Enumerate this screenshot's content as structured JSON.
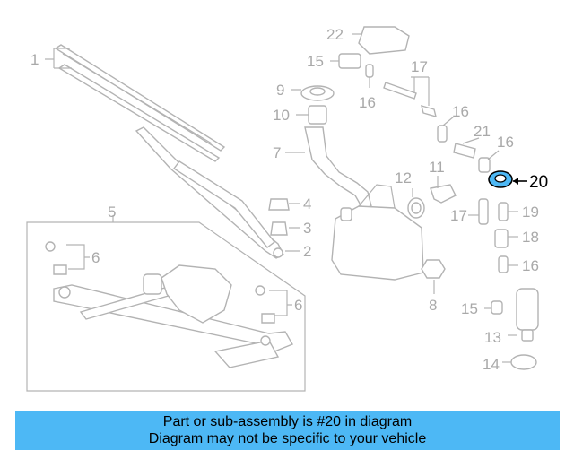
{
  "diagram": {
    "callouts": [
      {
        "id": "c1",
        "label": "1"
      },
      {
        "id": "c2",
        "label": "2"
      },
      {
        "id": "c3",
        "label": "3"
      },
      {
        "id": "c4",
        "label": "4"
      },
      {
        "id": "c5",
        "label": "5"
      },
      {
        "id": "c6a",
        "label": "6"
      },
      {
        "id": "c6b",
        "label": "6"
      },
      {
        "id": "c7",
        "label": "7"
      },
      {
        "id": "c8",
        "label": "8"
      },
      {
        "id": "c9",
        "label": "9"
      },
      {
        "id": "c10",
        "label": "10"
      },
      {
        "id": "c11",
        "label": "11"
      },
      {
        "id": "c12",
        "label": "12"
      },
      {
        "id": "c13",
        "label": "13"
      },
      {
        "id": "c14",
        "label": "14"
      },
      {
        "id": "c15a",
        "label": "15"
      },
      {
        "id": "c15b",
        "label": "15"
      },
      {
        "id": "c16a",
        "label": "16"
      },
      {
        "id": "c16b",
        "label": "16"
      },
      {
        "id": "c16c",
        "label": "16"
      },
      {
        "id": "c16d",
        "label": "16"
      },
      {
        "id": "c17a",
        "label": "17"
      },
      {
        "id": "c17b",
        "label": "17"
      },
      {
        "id": "c18",
        "label": "18"
      },
      {
        "id": "c19",
        "label": "19"
      },
      {
        "id": "c20",
        "label": "20"
      },
      {
        "id": "c21",
        "label": "21"
      },
      {
        "id": "c22",
        "label": "22"
      }
    ],
    "highlighted_part": "20",
    "highlight_color": "#4db8f5"
  },
  "banner": {
    "line1": "Part or sub-assembly is #20 in diagram",
    "line2": "Diagram may not be specific to your vehicle",
    "background": "#4db8f5"
  }
}
